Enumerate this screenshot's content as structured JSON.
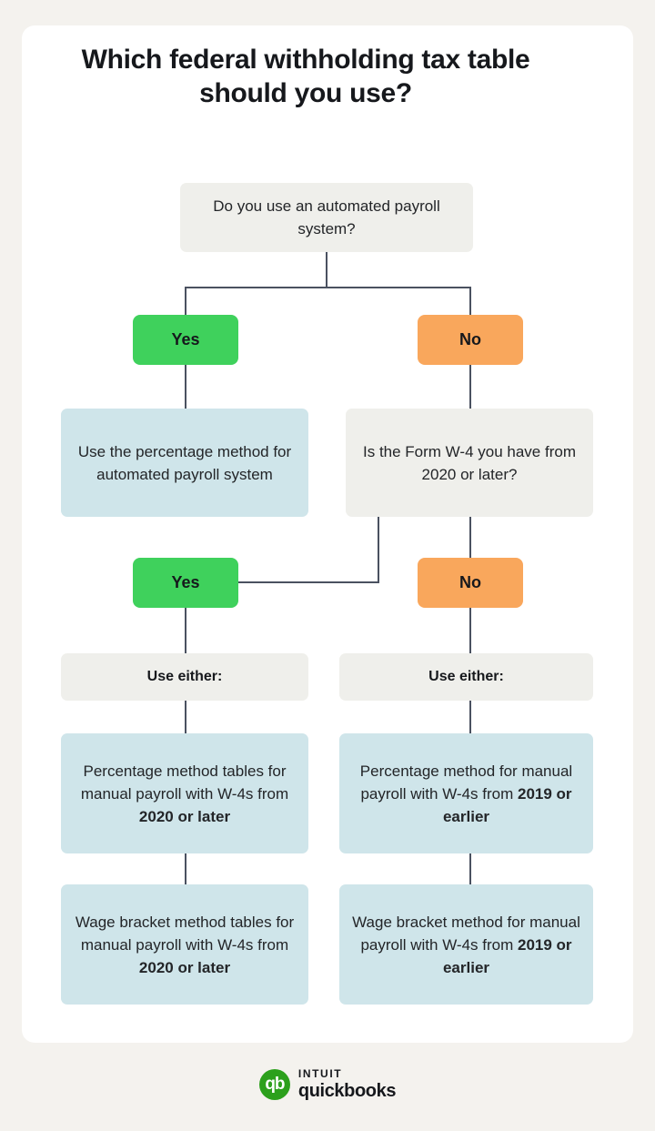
{
  "page": {
    "background_color": "#f4f2ee",
    "card_color": "#ffffff"
  },
  "header": {
    "title": "Which federal withholding tax table should you use?"
  },
  "colors": {
    "yes_pill": "#3fd15c",
    "no_pill": "#f9a75c",
    "info_box": "#cfe5ea",
    "question_box": "#efefeb",
    "connector_line": "#4a5160",
    "brand_green": "#2ca01c"
  },
  "flowchart": {
    "type": "decision-tree",
    "root_question": "Do you use an automated payroll system?",
    "branch_labels": {
      "yes": "Yes",
      "no": "No"
    },
    "nodes": {
      "q1": {
        "id": "q1",
        "kind": "question",
        "text": "Do you use an automated payroll system?"
      },
      "yes1": {
        "id": "yes1",
        "kind": "answer",
        "text": "Yes"
      },
      "no1": {
        "id": "no1",
        "kind": "answer",
        "text": "No"
      },
      "outcome_automated": {
        "id": "outcome_automated",
        "kind": "outcome",
        "text": "Use the percentage method for automated payroll system"
      },
      "q2": {
        "id": "q2",
        "kind": "question",
        "text": "Is the Form W-4 you have from 2020 or later?"
      },
      "yes2": {
        "id": "yes2",
        "kind": "answer",
        "text": "Yes"
      },
      "no2": {
        "id": "no2",
        "kind": "answer",
        "text": "No"
      },
      "either_left": {
        "id": "either_left",
        "kind": "label",
        "text": "Use either:"
      },
      "either_right": {
        "id": "either_right",
        "kind": "label",
        "text": "Use either:"
      },
      "left_pct": {
        "id": "left_pct",
        "kind": "outcome",
        "lead": "Percentage method tables for manual payroll with W-4s from ",
        "emphasis": "2020 or later"
      },
      "left_wage": {
        "id": "left_wage",
        "kind": "outcome",
        "lead": "Wage bracket method tables for manual payroll with W-4s from ",
        "emphasis": "2020 or later"
      },
      "right_pct": {
        "id": "right_pct",
        "kind": "outcome",
        "lead": "Percentage method for manual payroll with W-4s from ",
        "emphasis": "2019 or earlier"
      },
      "right_wage": {
        "id": "right_wage",
        "kind": "outcome",
        "lead": "Wage bracket method for manual payroll with W-4s from ",
        "emphasis": "2019 or earlier"
      }
    },
    "edges": [
      {
        "from": "q1",
        "to": "yes1",
        "label": "Yes"
      },
      {
        "from": "q1",
        "to": "no1",
        "label": "No"
      },
      {
        "from": "yes1",
        "to": "outcome_automated"
      },
      {
        "from": "no1",
        "to": "q2"
      },
      {
        "from": "q2",
        "to": "yes2",
        "label": "Yes"
      },
      {
        "from": "q2",
        "to": "no2",
        "label": "No"
      },
      {
        "from": "yes2",
        "to": "either_left"
      },
      {
        "from": "no2",
        "to": "either_right"
      },
      {
        "from": "either_left",
        "to": "left_pct"
      },
      {
        "from": "left_pct",
        "to": "left_wage"
      },
      {
        "from": "either_right",
        "to": "right_pct"
      },
      {
        "from": "right_pct",
        "to": "right_wage"
      }
    ]
  },
  "footer": {
    "logo_mark_text": "qb",
    "brand_line_1": "INTUIT",
    "brand_line_2": "quickbooks"
  }
}
